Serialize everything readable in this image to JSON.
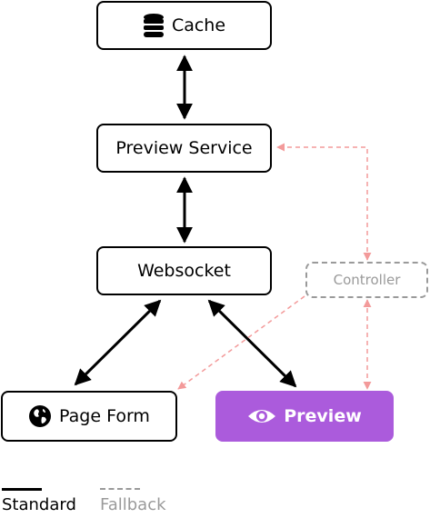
{
  "colors": {
    "standard": "#000000",
    "fallback_arrow": "#f39a9a",
    "controller_border": "#9a9a9a",
    "preview_fill": "#ab5bdc"
  },
  "nodes": {
    "cache": {
      "label": "Cache",
      "icon": "database-icon"
    },
    "preview_service": {
      "label": "Preview Service"
    },
    "websocket": {
      "label": "Websocket"
    },
    "controller": {
      "label": "Controller"
    },
    "page_form": {
      "label": "Page Form",
      "icon": "globe-icon"
    },
    "preview": {
      "label": "Preview",
      "icon": "eye-icon"
    }
  },
  "edges": [
    {
      "from": "cache",
      "to": "preview_service",
      "style": "standard",
      "direction": "both"
    },
    {
      "from": "preview_service",
      "to": "websocket",
      "style": "standard",
      "direction": "both"
    },
    {
      "from": "websocket",
      "to": "page_form",
      "style": "standard",
      "direction": "both"
    },
    {
      "from": "websocket",
      "to": "preview",
      "style": "standard",
      "direction": "both"
    },
    {
      "from": "controller",
      "to": "preview_service",
      "style": "fallback",
      "direction": "both"
    },
    {
      "from": "controller",
      "to": "page_form",
      "style": "fallback",
      "direction": "forward"
    },
    {
      "from": "controller",
      "to": "preview",
      "style": "fallback",
      "direction": "both"
    }
  ],
  "legend": {
    "standard": "Standard",
    "fallback": "Fallback"
  }
}
